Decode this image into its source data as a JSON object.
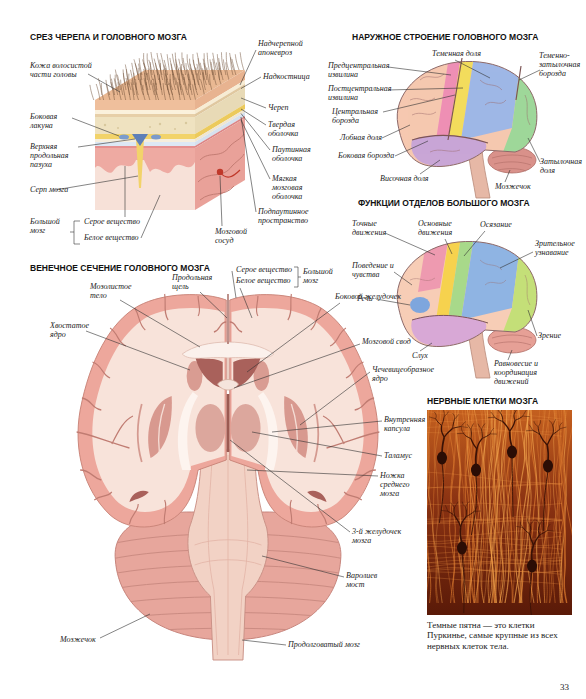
{
  "diagram": {
    "caption": "Темные пятна — это клетки Пуркинье, самые крупные из всех нервных клеток тела.",
    "labels": [
      "СРЕЗ ЧЕРЕПА И ГОЛОВНОГО МОЗГА",
      "Кожа волосистой части головы",
      "Надчерепной апоневроз",
      "Надкостница",
      "Череп",
      "Твердая оболочка",
      "Боковая лакуна",
      "Паутинная оболочка",
      "Верхняя продольная пазуха",
      "Мягкая мозговая оболочка",
      "Серп мозга",
      "Подпаутинное пространство",
      "Большой мозг",
      "Серое вещество",
      "Белое вещество",
      "Мозговой сосуд",
      "НАРУЖНОЕ СТРОЕНИЕ ГОЛОВНОГО МОЗГА",
      "Теменная доля",
      "Теменно-затылочная борозда",
      "Предцентральная извилина",
      "Постцентральная извилина",
      "Центральная борозда",
      "Лобная доля",
      "Боковая борозда",
      "Височная доля",
      "Затылочная доля",
      "Мозжечок",
      "ФУНКЦИИ ОТДЕЛОВ БОЛЬШОГО МОЗГА",
      "Точные движения",
      "Основные движения",
      "Осязание",
      "Зрительное узнавание",
      "Поведение и чувства",
      "Речь",
      "Слух",
      "Зрение",
      "Равновесие и координация движений",
      "ВЕНЕЧНОЕ СЕЧЕНИЕ ГОЛОВНОГО МОЗГА",
      "Мозолистое тело",
      "Продольная щель",
      "Серое вещество",
      "Белое вещество",
      "Большой мозг",
      "Хвостатое ядро",
      "Боковой желудочек",
      "Мозговой свод",
      "Чечевицеобразное ядро",
      "Внутренняя капсула",
      "Таламус",
      "Ножка среднего мозга",
      "3-й желудочек мозга",
      "Варолиев мост",
      "Мозжечок",
      "Продолговатый мозг",
      "НЕРВНЫЕ КЛЕТКИ МОЗГА",
      "33"
    ]
  }
}
